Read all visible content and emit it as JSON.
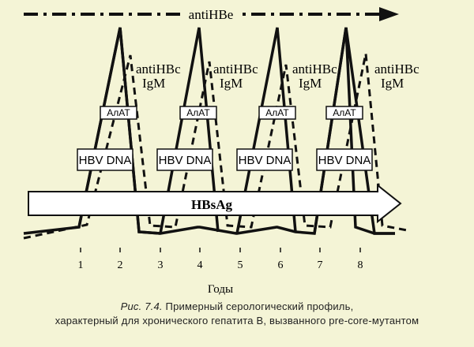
{
  "top_arrow_label": "antiHBe",
  "igm_label_line1": "antiHBc",
  "igm_label_line2": "IgM",
  "alt_label": "АлАТ",
  "dna_label": "HBV DNA",
  "hbsag_label": "HBsAg",
  "x_ticks": [
    "1",
    "2",
    "3",
    "4",
    "5",
    "6",
    "7",
    "8"
  ],
  "x_axis_label": "Годы",
  "caption": {
    "prefix": "Рис. 7.4.",
    "line1_rest": " Примерный серологический профиль,",
    "line2": "характерный для хронического гепатита В, вызванного pre-core-мутантом"
  },
  "colors": {
    "background": "#f4f4d6",
    "ink": "#111111",
    "box_fill": "#ffffff"
  },
  "cycles": 4
}
